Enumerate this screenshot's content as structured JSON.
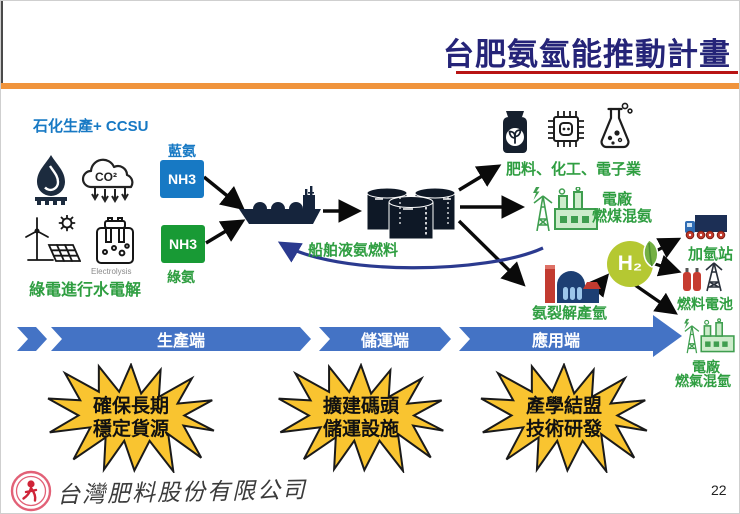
{
  "slide": {
    "title": "台肥氨氫能推動計畫",
    "page_number": "22",
    "footer": {
      "company_signature": "台灣肥料股份有限公司"
    },
    "colors": {
      "title_navy": "#252478",
      "accent_orange": "#f0943c",
      "title_underline_red": "#b81414",
      "banner_blue": "#4473c5",
      "label_blue": "#1779c4",
      "label_green": "#2f9e41",
      "nh3_blue_box": "#1779c4",
      "nh3_green_box": "#189a35",
      "starburst_yellow": "#f9c430",
      "h2_circle_green": "#b5c832",
      "curve_arrow_blue": "#2b3a8f"
    },
    "production": {
      "ccsu_label": "石化生產+ CCSU",
      "co2_text": "CO²",
      "electrolysis_caption": "Electrolysis",
      "green_power_label": "綠電進行水電解",
      "blue_ammonia": {
        "label": "藍氨",
        "box_text": "NH3"
      },
      "green_ammonia": {
        "label": "綠氨",
        "box_text": "NH3"
      }
    },
    "storage": {
      "ship_fuel_label": "船舶液氨燃料"
    },
    "applications": {
      "industry_label": "肥料、化工、電子業",
      "coal_plant_label": [
        "電廠",
        "燃煤混氨"
      ],
      "cracking_label": "氨裂解產氫",
      "h2_text": "H₂",
      "station_label": "加氫站",
      "fuel_cell_label": "燃料電池",
      "gas_plant_label": [
        "電廠",
        "燃氣混氫"
      ]
    },
    "banner": {
      "segments": [
        "生產端",
        "儲運端",
        "應用端"
      ]
    },
    "starbursts": [
      {
        "line1": "確保長期",
        "line2": "穩定貨源"
      },
      {
        "line1": "擴建碼頭",
        "line2": "儲運設施"
      },
      {
        "line1": "產學結盟",
        "line2": "技術研發"
      }
    ]
  }
}
